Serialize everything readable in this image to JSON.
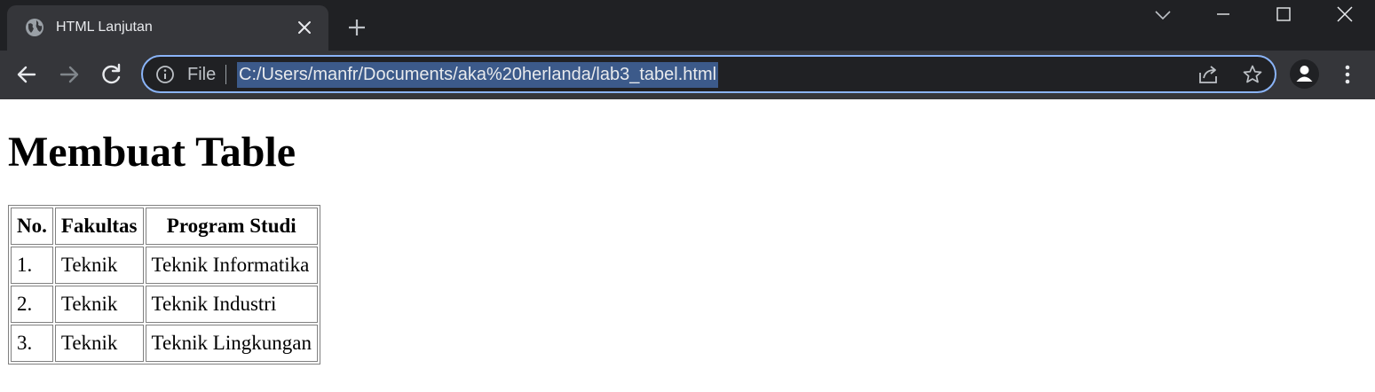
{
  "browser": {
    "tab_title": "HTML Lanjutan",
    "omnibox": {
      "scheme_label": "File",
      "url": "C:/Users/manfr/Documents/aka%20herlanda/lab3_tabel.html"
    },
    "accent_color": "#8ab4f8"
  },
  "page": {
    "heading": "Membuat Table",
    "table": {
      "headers": [
        "No.",
        "Fakultas",
        "Program Studi"
      ],
      "rows": [
        [
          "1.",
          "Teknik",
          "Teknik Informatika"
        ],
        [
          "2.",
          "Teknik",
          "Teknik Industri"
        ],
        [
          "3.",
          "Teknik",
          "Teknik Lingkungan"
        ]
      ]
    }
  }
}
